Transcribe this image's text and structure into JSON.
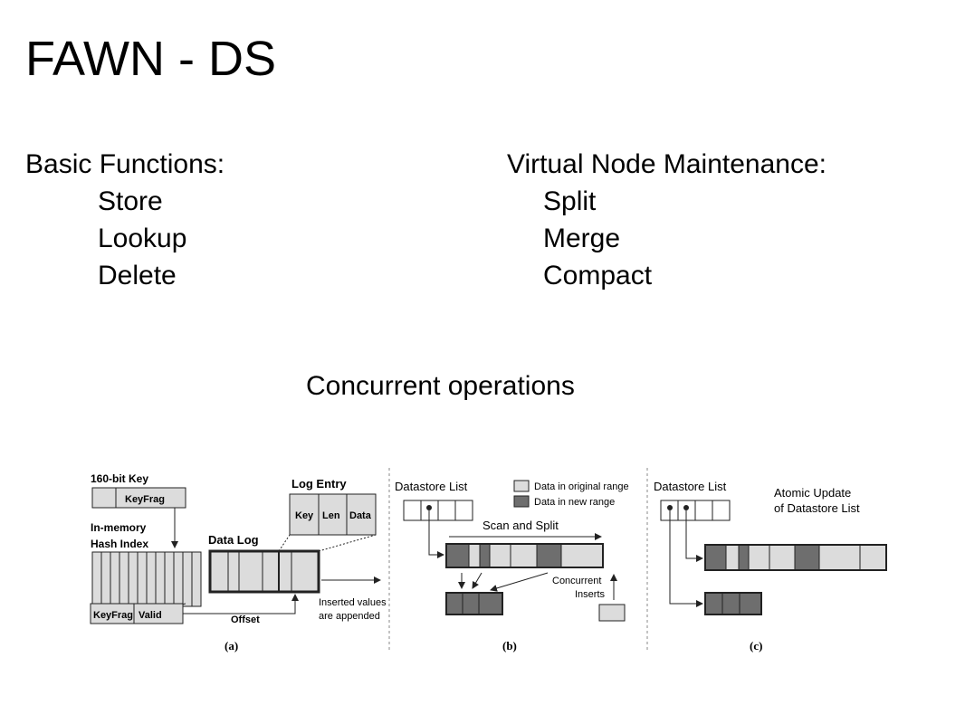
{
  "title": "FAWN - DS",
  "basic_functions": {
    "heading": "Basic Functions:",
    "items": [
      "Store",
      "Lookup",
      "Delete"
    ]
  },
  "virtual_node": {
    "heading": "Virtual Node Maintenance:",
    "items": [
      "Split",
      "Merge",
      "Compact"
    ]
  },
  "caption": "Concurrent operations",
  "figure": {
    "panel_a": {
      "key_label": "160-bit Key",
      "keyfrag": "KeyFrag",
      "hash_index_label": [
        "In-memory",
        "Hash Index"
      ],
      "data_log_label": "Data Log",
      "log_entry_label": "Log Entry",
      "log_entry_fields": [
        "Key",
        "Len",
        "Data"
      ],
      "bucket_fields": [
        "KeyFrag",
        "Valid"
      ],
      "offset_label": "Offset",
      "inserted_note": [
        "Inserted values",
        "are appended"
      ],
      "panel_label": "(a)"
    },
    "panel_b": {
      "datastore_list": "Datastore List",
      "legend": [
        "Data in original range",
        "Data in new range"
      ],
      "scan_split": "Scan and Split",
      "concurrent_inserts": [
        "Concurrent",
        "Inserts"
      ],
      "panel_label": "(b)"
    },
    "panel_c": {
      "datastore_list": "Datastore List",
      "atomic_update": [
        "Atomic Update",
        "of Datastore List"
      ],
      "panel_label": "(c)"
    },
    "colors": {
      "light": "#dcdcdc",
      "dark": "#6e6e6e",
      "line": "#222222"
    }
  }
}
